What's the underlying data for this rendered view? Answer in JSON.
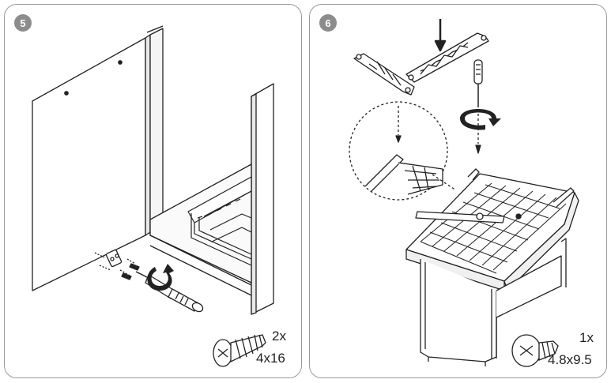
{
  "steps": [
    {
      "number": "5",
      "quantity": "2x",
      "size": "4x16"
    },
    {
      "number": "6",
      "quantity": "1x",
      "size": "4.8x9.5"
    }
  ],
  "colors": {
    "line": "#222222",
    "badge": "#8c8c8c",
    "panel_border": "#9a9a9a"
  }
}
